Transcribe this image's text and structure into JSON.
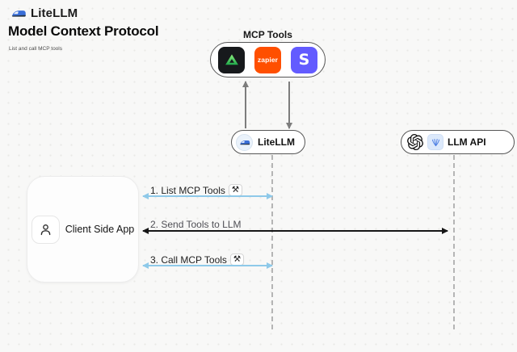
{
  "header": {
    "brand": "LiteLLM",
    "title": "Model Context Protocol",
    "subtitle": "List and call MCP tools"
  },
  "mcp_tools": {
    "label": "MCP Tools",
    "tools": [
      {
        "name": "green-triangle-tool",
        "bg": "#17191c"
      },
      {
        "name": "zapier",
        "text": "zapier",
        "bg": "#ff4f00"
      },
      {
        "name": "stripe",
        "text": "S",
        "bg": "#635bff"
      }
    ]
  },
  "nodes": {
    "litellm": {
      "label": "LiteLLM"
    },
    "llm_api": {
      "label": "LLM API"
    },
    "client": {
      "label": "Client Side App"
    }
  },
  "messages": [
    {
      "label": "1. List MCP Tools",
      "badge": "⚒",
      "direction": "both",
      "color": "#8ec9e9"
    },
    {
      "label": "2. Send Tools to LLM",
      "direction": "both",
      "color": "#161616"
    },
    {
      "label": "3. Call MCP Tools",
      "badge": "⚒",
      "direction": "both",
      "color": "#8ec9e9"
    }
  ],
  "colors": {
    "background": "#f8f8f7",
    "arrow_blue": "#8ec9e9",
    "arrow_black": "#161616",
    "lifeline_gray": "#b5b5b5",
    "zapier_orange": "#ff4f00",
    "stripe_purple": "#635bff",
    "tool_dark": "#17191c"
  }
}
